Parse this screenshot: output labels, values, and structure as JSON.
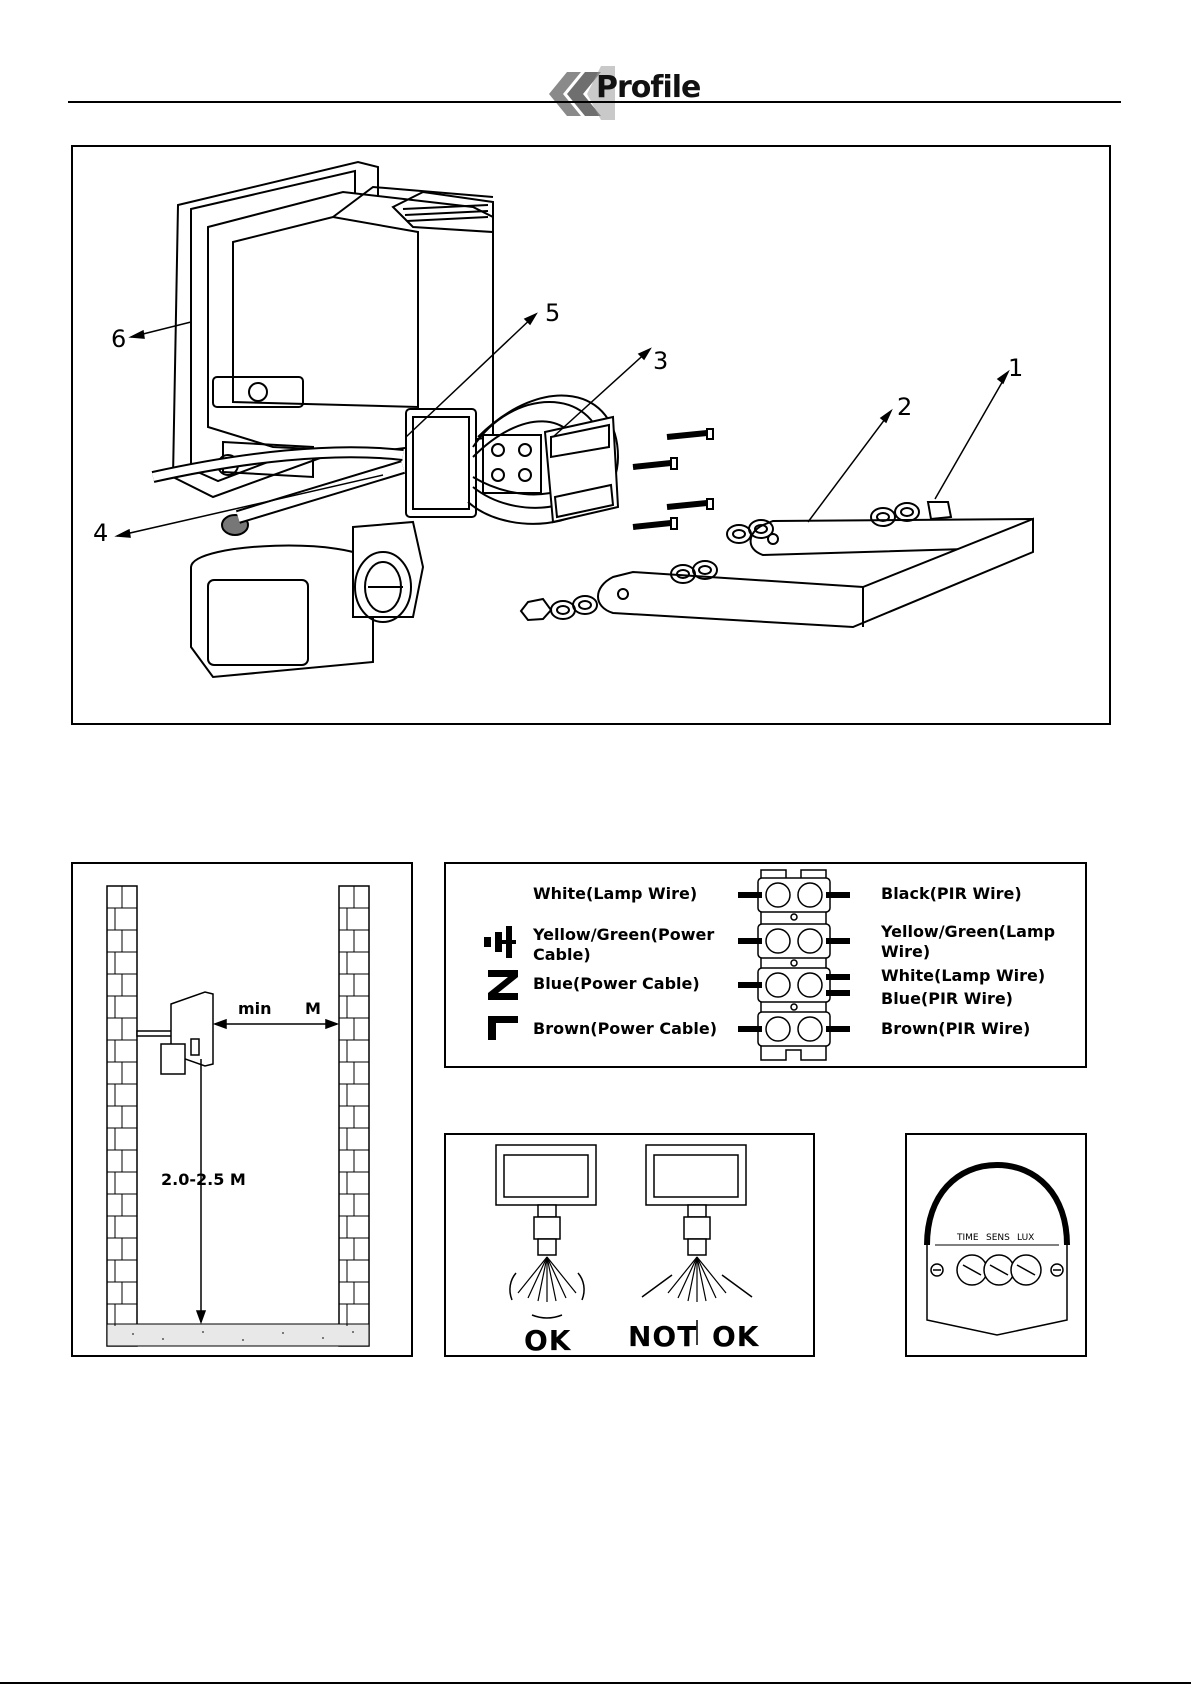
{
  "header": {
    "logo_text": "Profile"
  },
  "exploded_view": {
    "callouts": [
      {
        "id": "1",
        "label": "1"
      },
      {
        "id": "2",
        "label": "2"
      },
      {
        "id": "3",
        "label": "3"
      },
      {
        "id": "4",
        "label": "4"
      },
      {
        "id": "5",
        "label": "5"
      },
      {
        "id": "6",
        "label": "6"
      }
    ]
  },
  "mounting_height": {
    "min_label": "min",
    "m_label": "M",
    "height_label": "2.0-2.5 M"
  },
  "wiring": {
    "left": [
      {
        "label": "White(Lamp Wire)",
        "icon": "none"
      },
      {
        "label": "Yellow/Green(Power Cable)",
        "icon": "earth-icon"
      },
      {
        "label": "Blue(Power Cable)",
        "icon": "neutral-n-icon"
      },
      {
        "label": "Brown(Power Cable)",
        "icon": "live-l-icon"
      }
    ],
    "right": [
      {
        "label": "Black(PIR Wire)"
      },
      {
        "label": "Yellow/Green(Lamp Wire)"
      },
      {
        "label": "White(Lamp Wire)"
      },
      {
        "label": "Blue(PIR Wire)"
      },
      {
        "label": "Brown(PIR Wire)"
      }
    ]
  },
  "sensor_orientation": {
    "ok_label": "OK",
    "not_ok_left": "NOT",
    "not_ok_right": "OK"
  },
  "controls": {
    "time_label": "TIME",
    "sens_label": "SENS",
    "lux_label": "LUX"
  }
}
